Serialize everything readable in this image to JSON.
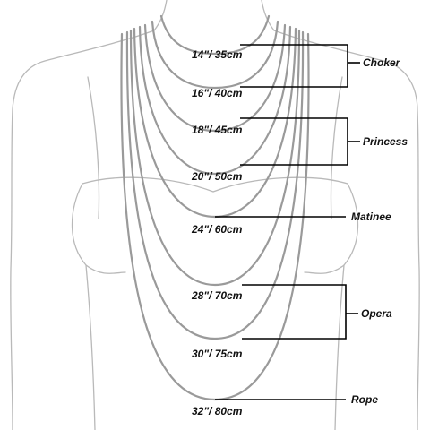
{
  "lengths": [
    {
      "label": "14\"/ 35cm"
    },
    {
      "label": "16\"/ 40cm"
    },
    {
      "label": "18\"/ 45cm"
    },
    {
      "label": "20\"/ 50cm"
    },
    {
      "label": "24\"/ 60cm"
    },
    {
      "label": "28\"/ 70cm"
    },
    {
      "label": "30\"/ 75cm"
    },
    {
      "label": "32\"/ 80cm"
    }
  ],
  "styles": [
    {
      "label": "Choker"
    },
    {
      "label": "Princess"
    },
    {
      "label": "Matinee"
    },
    {
      "label": "Opera"
    },
    {
      "label": "Rope"
    }
  ],
  "colors": {
    "chain": "#9a9a9a",
    "outline": "#b9b9b9",
    "bracket": "#000000",
    "text": "#111111"
  }
}
